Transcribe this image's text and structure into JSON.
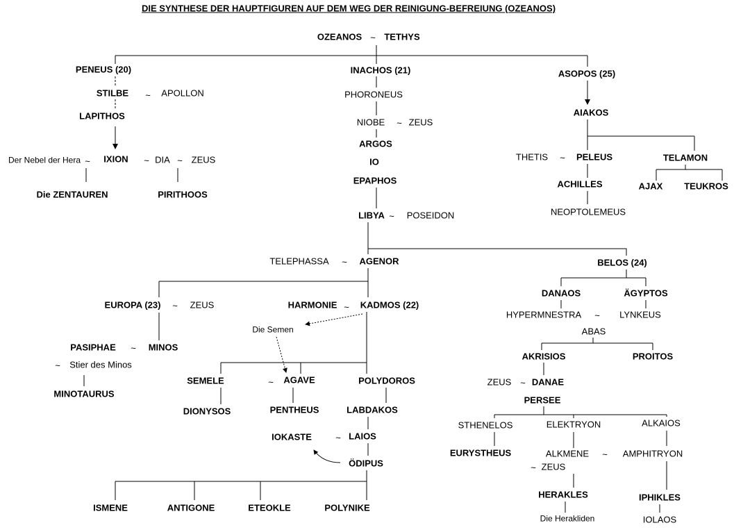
{
  "title": "DIE SYNTHESE DER HAUPTFIGUREN AUF DEM WEG DER REINIGUNG-BEFREIUNG (OZEANOS)",
  "tilde": "~",
  "colors": {
    "ink": "#000000",
    "background": "#ffffff"
  },
  "labels": {
    "ozeanos": "OZEANOS",
    "tethys": "TETHYS",
    "peneus": "PENEUS (20)",
    "stilbe": "STILBE",
    "apollon": "APOLLON",
    "lapithos": "LAPITHOS",
    "nebel": "Der Nebel der Hera",
    "ixion": "IXION",
    "dia": "DIA",
    "zeus_ixion": "ZEUS",
    "zentauren": "Die ZENTAUREN",
    "pirithoos": "PIRITHOOS",
    "inachos": "INACHOS (21)",
    "phoroneus": "PHORONEUS",
    "niobe": "NIOBE",
    "zeus_niobe": "ZEUS",
    "argos": "ARGOS",
    "io": "IO",
    "epaphos": "EPAPHOS",
    "libya": "LIBYA",
    "poseidon": "POSEIDON",
    "telephassa": "TELEPHASSA",
    "agenor": "AGENOR",
    "asopos": "ASOPOS (25)",
    "aiakos": "AIAKOS",
    "thetis": "THETIS",
    "peleus": "PELEUS",
    "telamon": "TELAMON",
    "achilles": "ACHILLES",
    "ajax": "AJAX",
    "teukros": "TEUKROS",
    "neoptolemeus": "NEOPTOLEMEUS",
    "europa": "EUROPA (23)",
    "zeus_europa": "ZEUS",
    "harmonie": "HARMONIE",
    "kadmos": "KADMOS (22)",
    "semen": "Die Semen",
    "pasiphae": "PASIPHAE",
    "minos": "MINOS",
    "stier": "Stier des Minos",
    "minotaurus": "MINOTAURUS",
    "semele": "SEMELE",
    "agave": "AGAVE",
    "polydoros": "POLYDOROS",
    "dionysos": "DIONYSOS",
    "pentheus": "PENTHEUS",
    "labdakos": "LABDAKOS",
    "iokaste": "IOKASTE",
    "laios": "LAIOS",
    "oedipus": "ÖDIPUS",
    "ismene": "ISMENE",
    "antigone": "ANTIGONE",
    "eteokle": "ETEOKLE",
    "polynike": "POLYNIKE",
    "belos": "BELOS (24)",
    "danaos": "DANAOS",
    "aegyptos": "ÄGYPTOS",
    "hypermnestra": "HYPERMNESTRA",
    "lynkeus": "LYNKEUS",
    "abas": "ABAS",
    "akrisios": "AKRISIOS",
    "proitos": "PROITOS",
    "zeus_danae": "ZEUS",
    "danae": "DANAE",
    "persee": "PERSEE",
    "sthenelos": "STHENELOS",
    "elektryon": "ELEKTRYON",
    "alkaios": "ALKAIOS",
    "eurystheus": "EURYSTHEUS",
    "alkmene": "ALKMENE",
    "amphitryon": "AMPHITRYON",
    "zeus_alkmene": "ZEUS",
    "herakles": "HERAKLES",
    "iphikles": "IPHIKLES",
    "herakliden": "Die Herakliden",
    "iolaos": "IOLAOS"
  }
}
